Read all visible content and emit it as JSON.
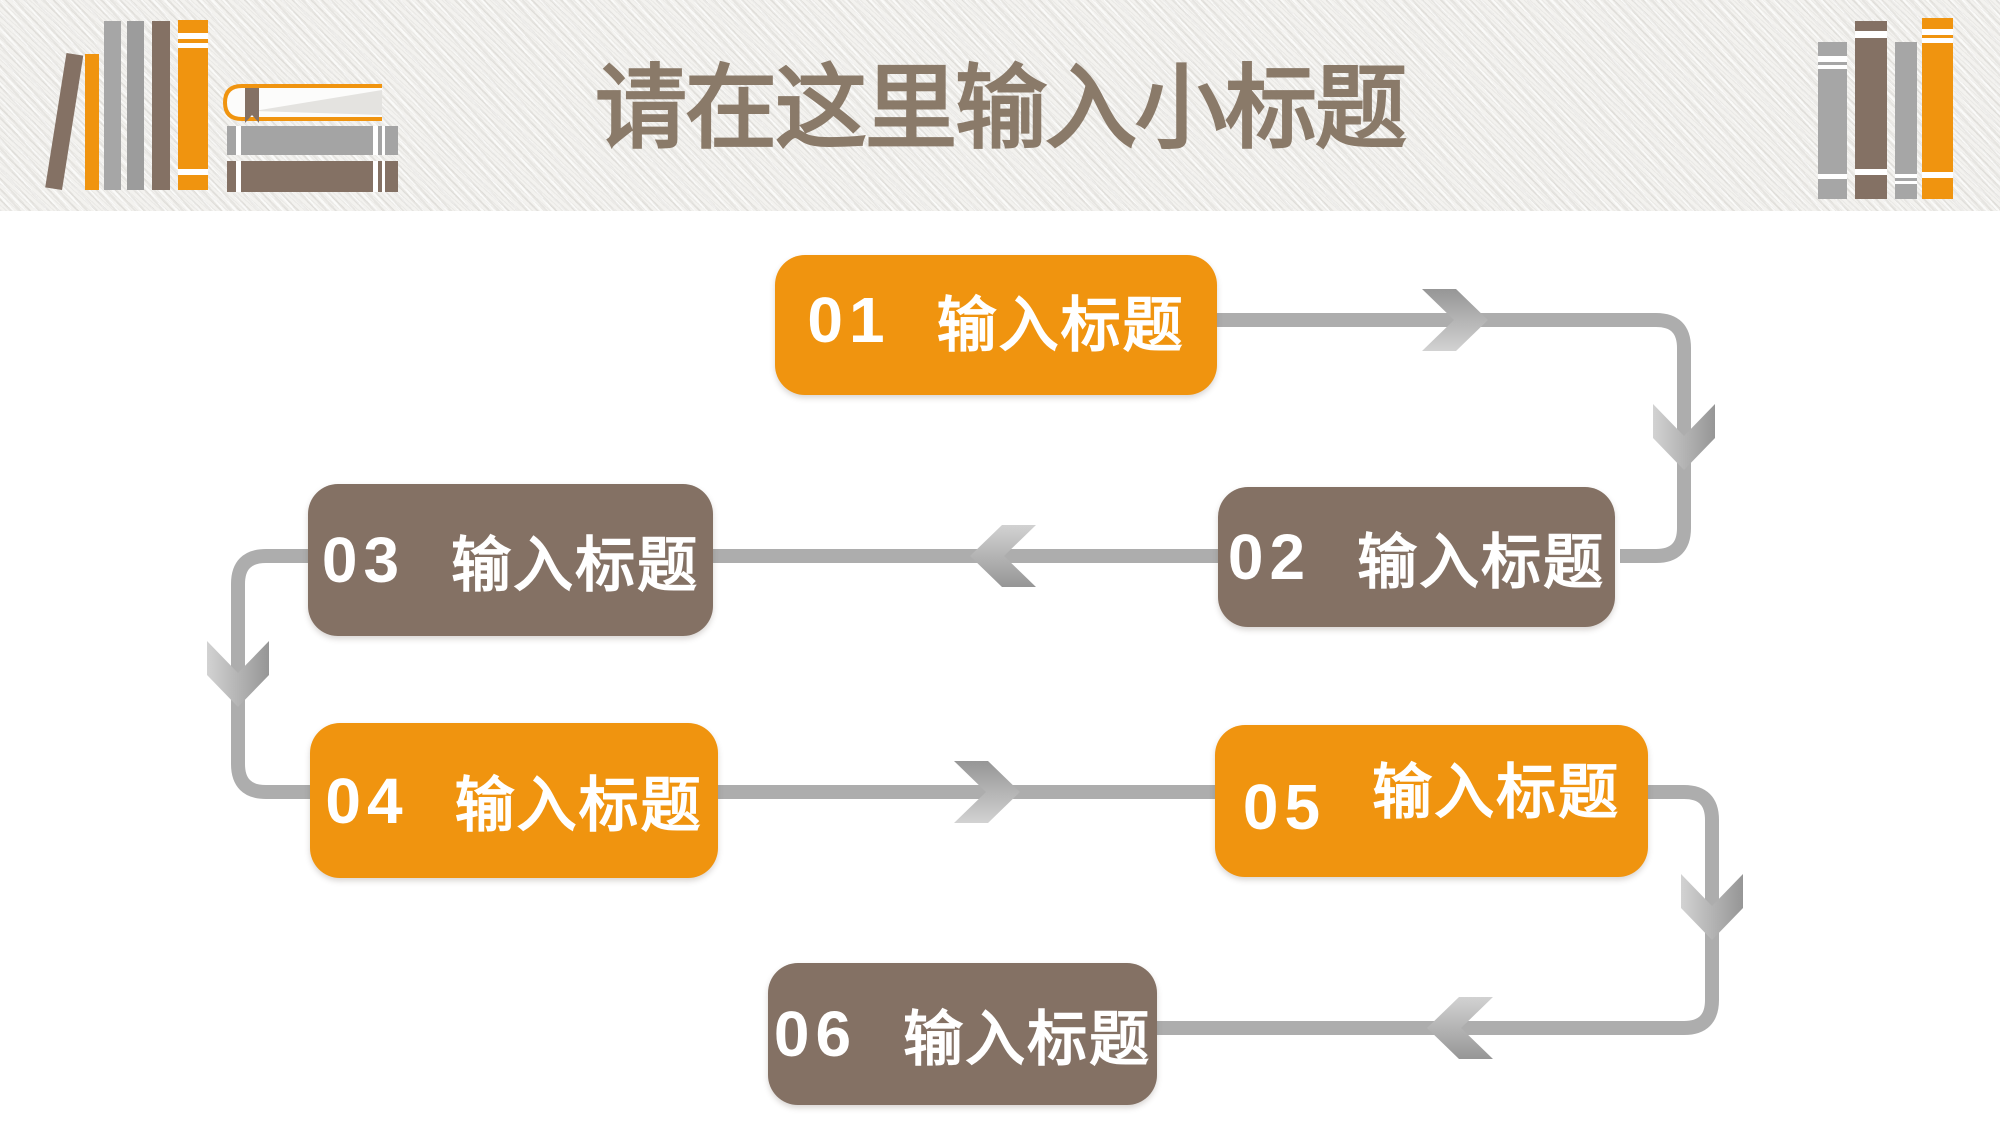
{
  "header": {
    "title": "请在这里输入小标题"
  },
  "flow": {
    "nodes": [
      {
        "number": "01",
        "title": "输入标题",
        "color": "orange"
      },
      {
        "number": "02",
        "title": "输入标题",
        "color": "brown"
      },
      {
        "number": "03",
        "title": "输入标题",
        "color": "brown"
      },
      {
        "number": "04",
        "title": "输入标题",
        "color": "orange"
      },
      {
        "number": "05",
        "title": "输入标题",
        "color": "orange"
      },
      {
        "number": "06",
        "title": "输入标题",
        "color": "brown"
      }
    ]
  },
  "colors": {
    "accent_orange": "#F0940F",
    "accent_brown": "#847164",
    "title_brown": "#8A7A69",
    "connector_gray": "#ADADAD",
    "banner_background": "#F3F2EF"
  },
  "icons": {
    "banner_left": "books-stack-icon",
    "banner_right": "book-spines-icon"
  }
}
